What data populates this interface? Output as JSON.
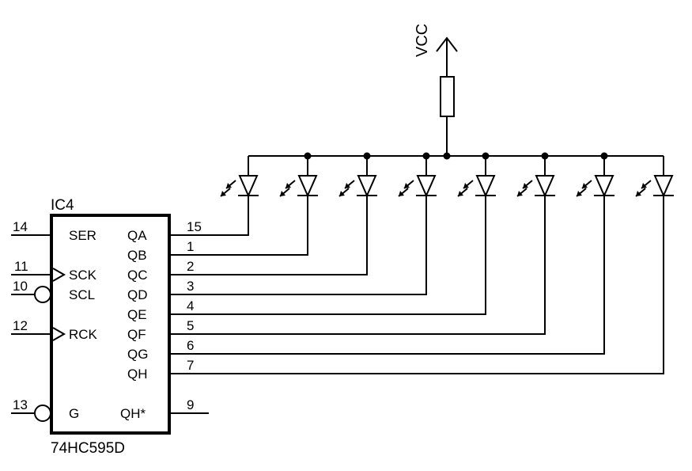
{
  "ic": {
    "ref": "IC4",
    "part": "74HC595D",
    "pins": [
      {
        "name": "SER",
        "num": "14",
        "side": "left",
        "clock": false,
        "bubble": false
      },
      {
        "name": "SCK",
        "num": "11",
        "side": "left",
        "clock": true,
        "bubble": false
      },
      {
        "name": "SCL",
        "num": "10",
        "side": "left",
        "clock": false,
        "bubble": true
      },
      {
        "name": "RCK",
        "num": "12",
        "side": "left",
        "clock": true,
        "bubble": false
      },
      {
        "name": "G",
        "num": "13",
        "side": "left",
        "clock": false,
        "bubble": true
      },
      {
        "name": "QA",
        "num": "15",
        "side": "right"
      },
      {
        "name": "QB",
        "num": "1",
        "side": "right"
      },
      {
        "name": "QC",
        "num": "2",
        "side": "right"
      },
      {
        "name": "QD",
        "num": "3",
        "side": "right"
      },
      {
        "name": "QE",
        "num": "4",
        "side": "right"
      },
      {
        "name": "QF",
        "num": "5",
        "side": "right"
      },
      {
        "name": "QG",
        "num": "6",
        "side": "right"
      },
      {
        "name": "QH",
        "num": "7",
        "side": "right"
      },
      {
        "name": "QH*",
        "num": "9",
        "side": "right"
      }
    ]
  },
  "power": {
    "label": "VCC"
  },
  "leds": {
    "count": 8
  },
  "colors": {
    "line": "#000000",
    "background": "#ffffff"
  }
}
